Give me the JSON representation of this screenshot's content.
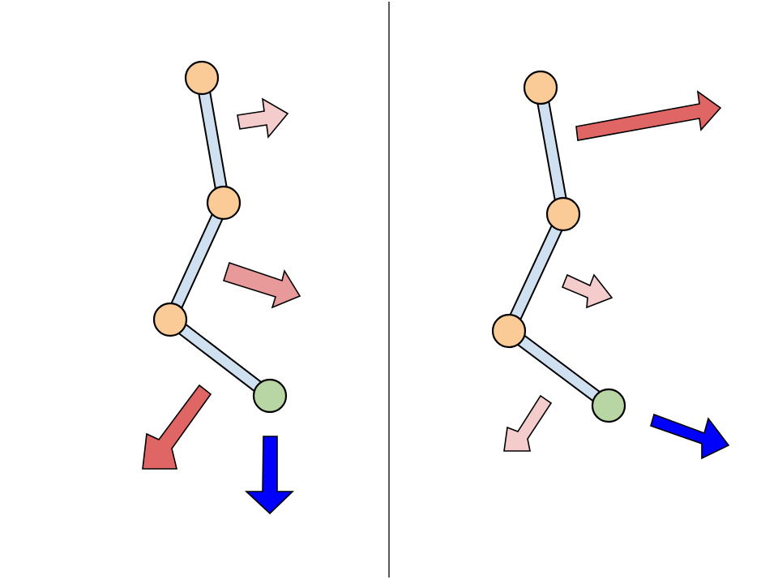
{
  "colors": {
    "background": "#ffffff",
    "divider": "#000000",
    "link_fill": "#cfe0f1",
    "joint_fill": "#fbcb97",
    "end_effector_fill": "#b7d6a4",
    "outline": "#000000",
    "arrow_strong": "#e06666",
    "arrow_medium": "#e89999",
    "arrow_light": "#f5cccc",
    "target_arrow": "#0000ff"
  },
  "panels": [
    {
      "id": "left",
      "joints": [
        "joint",
        "joint",
        "joint"
      ],
      "end_effector": "end-effector",
      "force_arrows": [
        "light",
        "medium",
        "strong"
      ],
      "target_arrow": "target-force-down"
    },
    {
      "id": "right",
      "joints": [
        "joint",
        "joint",
        "joint"
      ],
      "end_effector": "end-effector",
      "force_arrows": [
        "strong",
        "light",
        "light"
      ],
      "target_arrow": "target-force-right"
    }
  ]
}
